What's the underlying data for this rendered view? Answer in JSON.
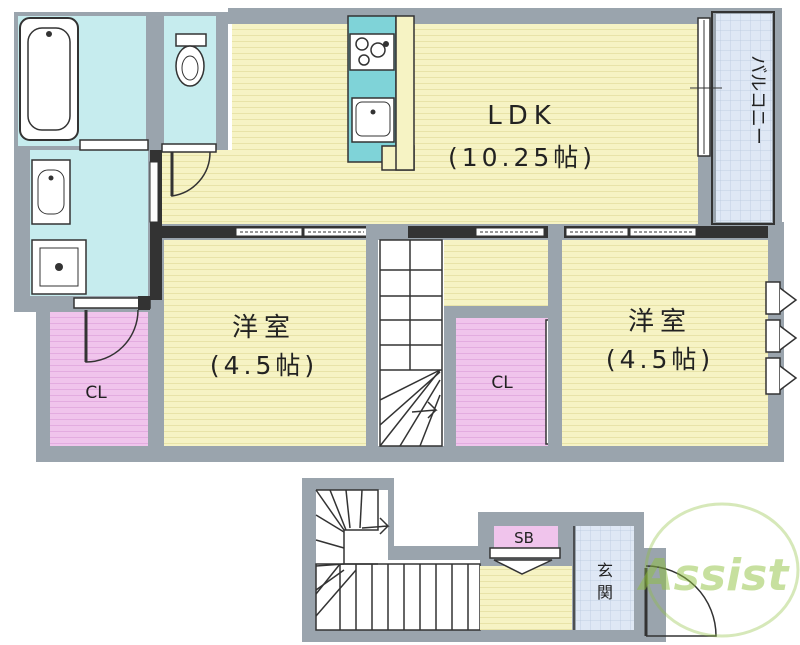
{
  "rooms": {
    "ldk": {
      "name": "LDK",
      "size": "(10.25帖)"
    },
    "western_left": {
      "name": "洋室",
      "size": "(4.5帖)"
    },
    "western_right": {
      "name": "洋室",
      "size": "(4.5帖)"
    },
    "closet_left": {
      "name": "CL"
    },
    "closet_center": {
      "name": "CL"
    },
    "balcony": {
      "name": "バルコニー"
    },
    "shoe_box": {
      "name": "SB"
    },
    "entrance": {
      "name": "玄関"
    }
  },
  "watermark": {
    "text": "Assist"
  },
  "colors": {
    "wall": "#9aa4ad",
    "room_floor": "#f6f3c4",
    "wet_area": "#c6ecee",
    "closet": "#f0c4ec",
    "tile": "#dfe8f5",
    "fixture": "#7fd3d8",
    "watermark": "#8fc03c"
  }
}
